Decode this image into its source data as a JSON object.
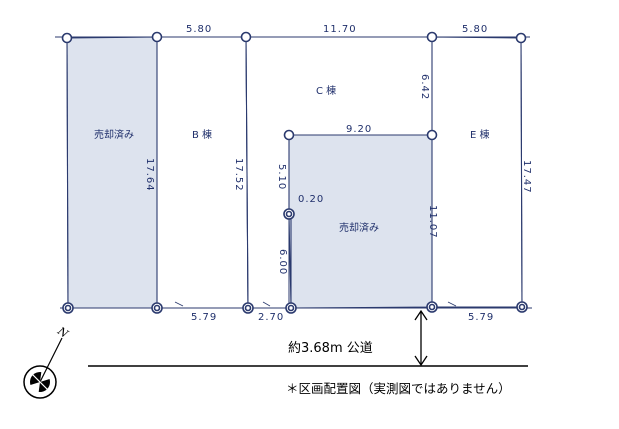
{
  "colors": {
    "line": "#2b3a6e",
    "sold_fill": "#dde3ee",
    "lot_fill": "#ffffff",
    "marker": "#2b3a6e",
    "road_line": "#000000"
  },
  "lots": {
    "lot_sold_left": "売却済み",
    "lot_b": "B 棟",
    "lot_c": "C 棟",
    "lot_e": "E 棟",
    "lot_sold_center": "売却済み"
  },
  "dimensions": {
    "top_1": "5.80",
    "top_2": "11.70",
    "top_3": "5.80",
    "left_lot_depth": "17.64",
    "b_lot_depth": "17.52",
    "c_upper_right": "6.42",
    "inner_top": "9.20",
    "e_lot_depth": "17.47",
    "inner_left_upper": "5.10",
    "inner_jog": "0.20",
    "inner_right": "11.07",
    "inner_left_lower": "6.00",
    "bottom_1": "5.79",
    "bottom_2": "2.70",
    "bottom_3": "5.79"
  },
  "road": {
    "label": "約3.68m 公道"
  },
  "footnote": "＊区画配置図（実測図ではありません）",
  "compass": {
    "north_label": "N",
    "icon": "compass-icon"
  }
}
